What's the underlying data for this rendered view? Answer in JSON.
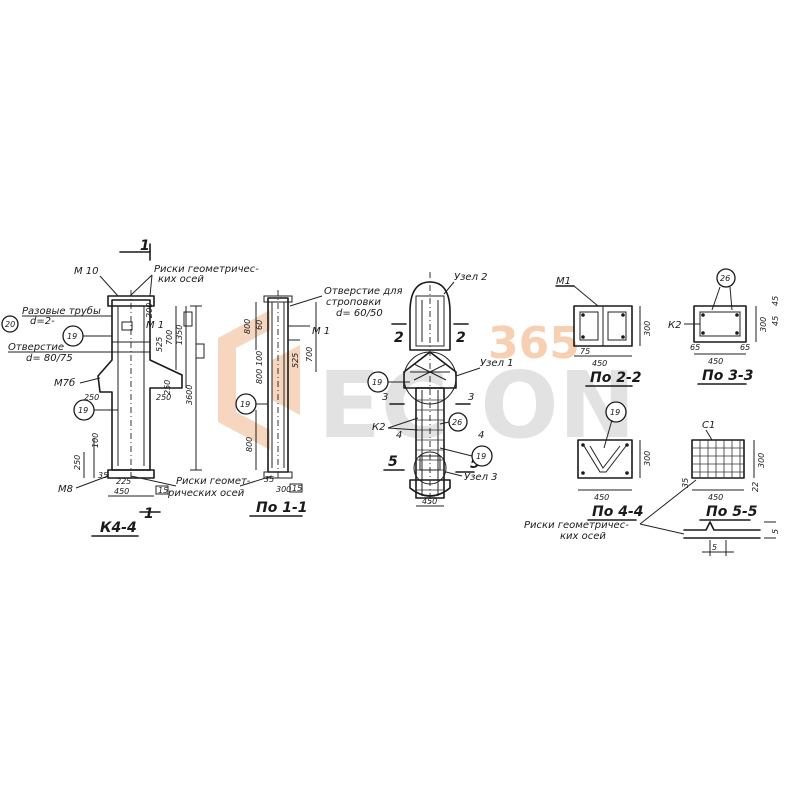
{
  "labels": {
    "m10": "М 10",
    "m1a": "М 1",
    "m1b": "М 1",
    "m7": "М7б",
    "m8": "М8",
    "risk_top_l1": "Риски геометричес-",
    "risk_top_l2": "ких осей",
    "risk_bot_l1": "Риски геомет-",
    "risk_bot_l2": "рических осей",
    "risk_right_l1": "Риски геометричес-",
    "risk_right_l2": "ких осей",
    "razov_l1": "Разовые трубы",
    "razov_l2": "d=2-",
    "otv_l1": "Отверстие",
    "otv_l2": "d= 80/75",
    "otv_strop_l1": "Отверстие для",
    "otv_strop_l2": "строповки",
    "otv_strop_l3": "d= 60/50",
    "title_k44": "К4-4",
    "title_p11": "По 1-1",
    "title_p22": "По 2-2",
    "title_p33": "По 3-3",
    "title_p44": "По 4-4",
    "title_p55": "По 5-5",
    "uzel1": "Узел 1",
    "uzel2": "Узел 2",
    "uzel3": "Узел 3",
    "k2a": "К2",
    "k2b": "К2",
    "n1": "М1",
    "c1": "С1",
    "cut1": "1",
    "cut1b": "1",
    "cut2a": "2",
    "cut2b": "2",
    "cut3a": "3",
    "cut3b": "3",
    "cut4a": "4",
    "cut4b": "4",
    "cut5a": "5",
    "cut5b": "5",
    "pos19": "19",
    "pos20": "20",
    "pos26": "26"
  },
  "dims": {
    "d3600": "3600",
    "d450": "450",
    "d250a": "250",
    "d250b": "250",
    "d250c": "250",
    "d100": "100",
    "d800a": "800",
    "d800b": "800",
    "d800c": "800",
    "d300": "300",
    "d700": "700",
    "d1350": "1350",
    "d525": "525",
    "d225": "225",
    "d35": "35",
    "d15": "15",
    "d65": "65",
    "d45": "45",
    "d22": "22",
    "d5": "5",
    "d75": "75",
    "d60": "60",
    "d200": "200"
  },
  "watermark": {
    "text": "EC  ON",
    "number": "365",
    "accent": "#f1a16a"
  },
  "colors": {
    "ink": "#1a1a1a",
    "paper": "#ffffff"
  }
}
